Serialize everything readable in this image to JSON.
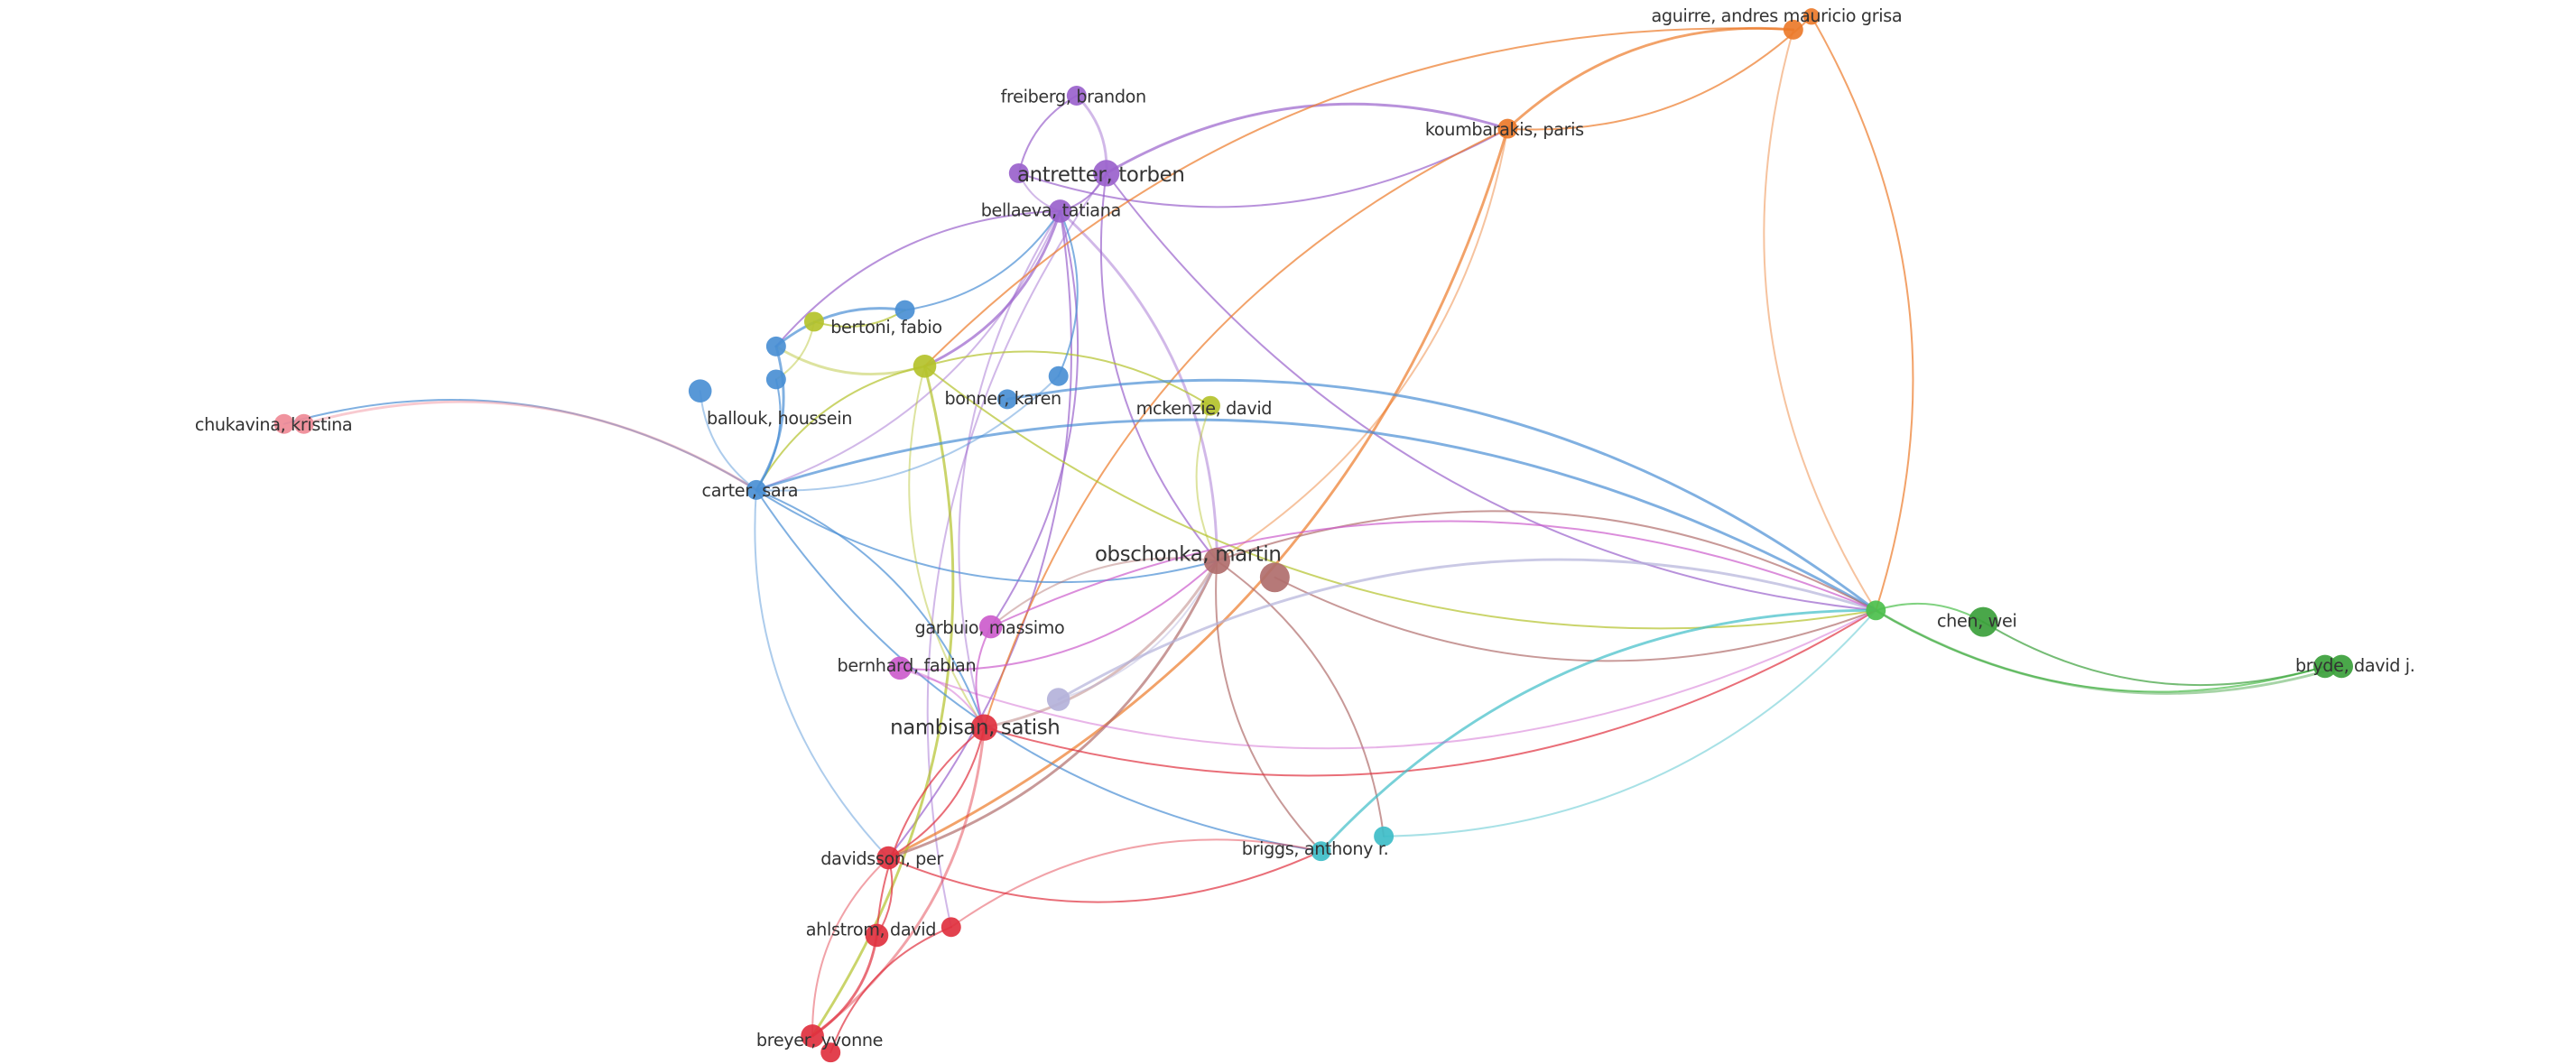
{
  "network": {
    "type": "co-authorship network",
    "clusters": {
      "purple": "#9a62cc",
      "orange": "#ec7a2a",
      "yellow": "#b4c22b",
      "blue": "#4a8fd4",
      "pink": "#ef8a96",
      "brown": "#b06e6c",
      "magenta": "#cc5ccc",
      "lavender": "#b4b2da",
      "red": "#e0313f",
      "teal": "#3ebdc8",
      "green": "#4cbf4c",
      "darkgreen": "#3b9f3b"
    },
    "nodes": [
      {
        "id": "freiberg",
        "label": "freiberg, brandon",
        "cluster": "purple"
      },
      {
        "id": "antretter",
        "label": "antretter, torben",
        "cluster": "purple",
        "big": true
      },
      {
        "id": "antretter_b",
        "label": null,
        "cluster": "purple"
      },
      {
        "id": "bellaeva",
        "label": "bellaeva, tatiana",
        "cluster": "purple"
      },
      {
        "id": "koumbarakis",
        "label": "koumbarakis, paris",
        "cluster": "orange"
      },
      {
        "id": "aguirre",
        "label": "aguirre, andres mauricio grisa",
        "cluster": "orange"
      },
      {
        "id": "aguirre_b",
        "label": null,
        "cluster": "orange"
      },
      {
        "id": "bertoni",
        "label": "bertoni, fabio",
        "cluster": "yellow"
      },
      {
        "id": "bertoni_b",
        "label": null,
        "cluster": "yellow"
      },
      {
        "id": "blue_top",
        "label": null,
        "cluster": "blue"
      },
      {
        "id": "ballouk",
        "label": "ballouk, houssein",
        "cluster": "blue"
      },
      {
        "id": "ballouk_b",
        "label": null,
        "cluster": "blue"
      },
      {
        "id": "ballouk_c",
        "label": null,
        "cluster": "blue"
      },
      {
        "id": "bonner",
        "label": "bonner, karen",
        "cluster": "blue"
      },
      {
        "id": "bonner_b",
        "label": null,
        "cluster": "blue"
      },
      {
        "id": "mckenzie",
        "label": "mckenzie, david",
        "cluster": "yellow"
      },
      {
        "id": "chukavina",
        "label": "chukavina, kristina",
        "cluster": "pink"
      },
      {
        "id": "chukavina_b",
        "label": null,
        "cluster": "pink"
      },
      {
        "id": "carter",
        "label": "carter, sara",
        "cluster": "blue"
      },
      {
        "id": "obschonka",
        "label": "obschonka, martin",
        "cluster": "brown",
        "big": true
      },
      {
        "id": "obschonka_b",
        "label": null,
        "cluster": "brown"
      },
      {
        "id": "garbuio",
        "label": "garbuio, massimo",
        "cluster": "magenta"
      },
      {
        "id": "bernhard",
        "label": "bernhard, fabian",
        "cluster": "magenta"
      },
      {
        "id": "lavender",
        "label": null,
        "cluster": "lavender"
      },
      {
        "id": "nambisan",
        "label": "nambisan, satish",
        "cluster": "red",
        "big": true
      },
      {
        "id": "davidsson",
        "label": "davidsson, per",
        "cluster": "red"
      },
      {
        "id": "ahlstrom",
        "label": "ahlstrom, david",
        "cluster": "red"
      },
      {
        "id": "ahlstrom_b",
        "label": null,
        "cluster": "red"
      },
      {
        "id": "breyer",
        "label": "breyer, yvonne",
        "cluster": "red"
      },
      {
        "id": "breyer_b",
        "label": null,
        "cluster": "red"
      },
      {
        "id": "briggs",
        "label": "briggs, anthony r.",
        "cluster": "teal"
      },
      {
        "id": "briggs_b",
        "label": null,
        "cluster": "teal"
      },
      {
        "id": "hub",
        "label": null,
        "cluster": "green"
      },
      {
        "id": "chen",
        "label": "chen, wei",
        "cluster": "darkgreen"
      },
      {
        "id": "bryde",
        "label": "bryde, david j.",
        "cluster": "darkgreen"
      },
      {
        "id": "bryde_b",
        "label": null,
        "cluster": "darkgreen"
      }
    ],
    "edges": [
      [
        "freiberg",
        "antretter"
      ],
      [
        "freiberg",
        "antretter_b"
      ],
      [
        "antretter",
        "bellaeva"
      ],
      [
        "antretter_b",
        "bellaeva"
      ],
      [
        "antretter",
        "koumbarakis"
      ],
      [
        "antretter_b",
        "koumbarakis"
      ],
      [
        "bellaeva",
        "carter"
      ],
      [
        "bellaeva",
        "ballouk"
      ],
      [
        "bellaeva",
        "bertoni"
      ],
      [
        "bellaeva",
        "nambisan"
      ],
      [
        "bellaeva",
        "garbuio"
      ],
      [
        "antretter",
        "obschonka"
      ],
      [
        "bellaeva",
        "obschonka"
      ],
      [
        "antretter",
        "hub"
      ],
      [
        "bellaeva",
        "davidsson"
      ],
      [
        "antretter",
        "ahlstrom_b"
      ],
      [
        "koumbarakis",
        "aguirre"
      ],
      [
        "koumbarakis",
        "aguirre_b"
      ],
      [
        "koumbarakis",
        "obschonka"
      ],
      [
        "koumbarakis",
        "nambisan"
      ],
      [
        "koumbarakis",
        "davidsson"
      ],
      [
        "aguirre",
        "hub"
      ],
      [
        "aguirre_b",
        "hub"
      ],
      [
        "aguirre",
        "bertoni"
      ],
      [
        "bertoni",
        "ballouk"
      ],
      [
        "bertoni",
        "carter"
      ],
      [
        "bertoni",
        "mckenzie"
      ],
      [
        "bertoni",
        "nambisan"
      ],
      [
        "bertoni",
        "breyer"
      ],
      [
        "bertoni",
        "hub"
      ],
      [
        "bertoni_b",
        "ballouk_c"
      ],
      [
        "blue_top",
        "bellaeva"
      ],
      [
        "ballouk",
        "carter"
      ],
      [
        "ballouk_b",
        "carter"
      ],
      [
        "ballouk_c",
        "carter"
      ],
      [
        "carter",
        "chukavina"
      ],
      [
        "chukavina_b",
        "carter"
      ],
      [
        "carter",
        "obschonka"
      ],
      [
        "carter",
        "nambisan"
      ],
      [
        "carter",
        "davidsson"
      ],
      [
        "carter",
        "hub"
      ],
      [
        "carter",
        "briggs"
      ],
      [
        "bonner",
        "carter"
      ],
      [
        "bonner",
        "bellaeva"
      ],
      [
        "bonner_b",
        "hub"
      ],
      [
        "mckenzie",
        "obschonka"
      ],
      [
        "obschonka",
        "hub"
      ],
      [
        "obschonka_b",
        "hub"
      ],
      [
        "obschonka",
        "nambisan"
      ],
      [
        "obschonka",
        "briggs"
      ],
      [
        "obschonka",
        "briggs_b"
      ],
      [
        "obschonka",
        "garbuio"
      ],
      [
        "obschonka",
        "davidsson"
      ],
      [
        "garbuio",
        "nambisan"
      ],
      [
        "bernhard",
        "nambisan"
      ],
      [
        "bernhard",
        "obschonka"
      ],
      [
        "lavender",
        "hub"
      ],
      [
        "lavender",
        "obschonka"
      ],
      [
        "nambisan",
        "davidsson"
      ],
      [
        "nambisan",
        "ahlstrom"
      ],
      [
        "nambisan",
        "breyer"
      ],
      [
        "nambisan",
        "hub"
      ],
      [
        "davidsson",
        "ahlstrom"
      ],
      [
        "davidsson",
        "breyer"
      ],
      [
        "ahlstrom",
        "breyer"
      ],
      [
        "ahlstrom_b",
        "breyer_b"
      ],
      [
        "ahlstrom_b",
        "briggs"
      ],
      [
        "davidsson",
        "briggs"
      ],
      [
        "briggs",
        "hub"
      ],
      [
        "briggs_b",
        "hub"
      ],
      [
        "hub",
        "chen"
      ],
      [
        "hub",
        "bryde"
      ],
      [
        "bryde_b",
        "hub"
      ],
      [
        "chen",
        "bryde"
      ],
      [
        "garbuio",
        "hub"
      ],
      [
        "bernhard",
        "hub"
      ],
      [
        "ballouk",
        "blue_top"
      ],
      [
        "bertoni_b",
        "blue_top"
      ]
    ]
  }
}
